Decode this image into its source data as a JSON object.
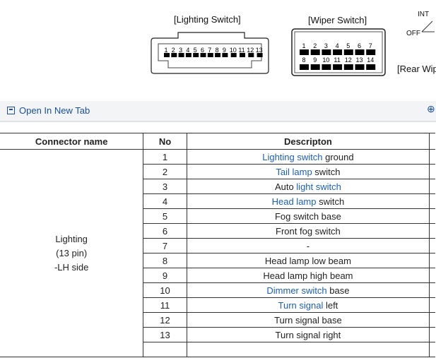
{
  "figure": {
    "lighting_caption": "[Lighting Switch]",
    "lighting_pins": [
      "1",
      "2",
      "3",
      "4",
      "5",
      "6",
      "7",
      "8",
      "9",
      "10",
      "11",
      "12",
      "13"
    ],
    "wiper_caption": "[Wiper Switch]",
    "wiper_pins_top": [
      "1",
      "2",
      "3",
      "4",
      "5",
      "6",
      "7"
    ],
    "wiper_pins_bottom": [
      "8",
      "9",
      "10",
      "11",
      "12",
      "13",
      "14"
    ],
    "rear_caption": "[Rear Wip",
    "int_label": "INT",
    "off_label": "OFF"
  },
  "toolbar": {
    "open_label": "Open In New Tab",
    "open_icon": "open-new-tab-icon",
    "zoom_icon": "zoom-in-icon"
  },
  "table": {
    "headers": [
      "Connector name",
      "No",
      "Descripton"
    ],
    "connector": [
      "Lighting",
      "(13 pin)",
      "-LH side"
    ],
    "rows": [
      {
        "no": "1",
        "link": "Lighting switch",
        "text": " ground"
      },
      {
        "no": "2",
        "link": "Tail lamp",
        "text": " switch"
      },
      {
        "no": "3",
        "pre": "Auto ",
        "link": "light switch",
        "text": ""
      },
      {
        "no": "4",
        "link": "Head lamp",
        "text": " switch"
      },
      {
        "no": "5",
        "text": "Fog switch base"
      },
      {
        "no": "6",
        "text": "Front fog switch"
      },
      {
        "no": "7",
        "text": "-"
      },
      {
        "no": "8",
        "text": "Head lamp low beam"
      },
      {
        "no": "9",
        "text": "Head lamp high beam"
      },
      {
        "no": "10",
        "link": "Dimmer switch",
        "text": " base"
      },
      {
        "no": "11",
        "link": "Turn signal",
        "text": " left"
      },
      {
        "no": "12",
        "text": "Turn signal base"
      },
      {
        "no": "13",
        "text": "Turn signal right"
      }
    ]
  }
}
